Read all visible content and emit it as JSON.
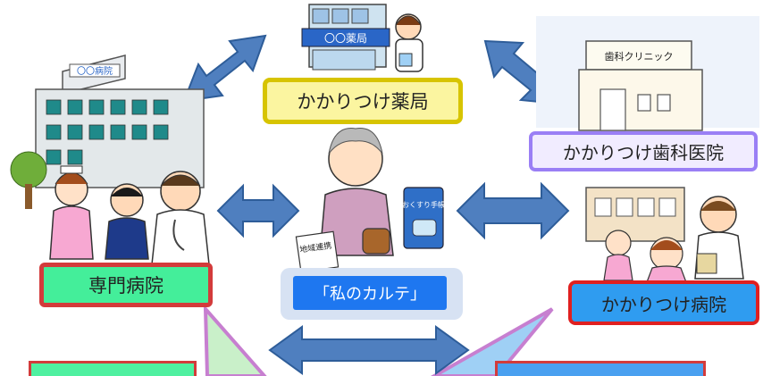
{
  "labels": {
    "pharmacy": "かかりつけ薬局",
    "dental": "かかりつけ歯科医院",
    "special_hospital": "専門病院",
    "my_karte": "「私のカルテ」",
    "family_hospital": "かかりつけ病院"
  },
  "signs": {
    "pharmacy_sign": "〇〇薬局",
    "hospital_sign": "〇〇病院",
    "dental_sign": "歯科クリニック",
    "notebook": "おくすり手帳",
    "document": "地域連携"
  },
  "colors": {
    "arrow": "#4f7fbf",
    "arrow_stroke": "#2e5d99",
    "pharmacy_fill": "#fbf5a0",
    "pharmacy_border": "#d7c400",
    "dental_border": "#9a7ff5",
    "special_fill": "#44ee9a",
    "special_border": "#d33b3b",
    "karte_fill": "#1e77f0",
    "hospital_fill": "#2f9cf0",
    "hospital_border": "#e02020"
  }
}
